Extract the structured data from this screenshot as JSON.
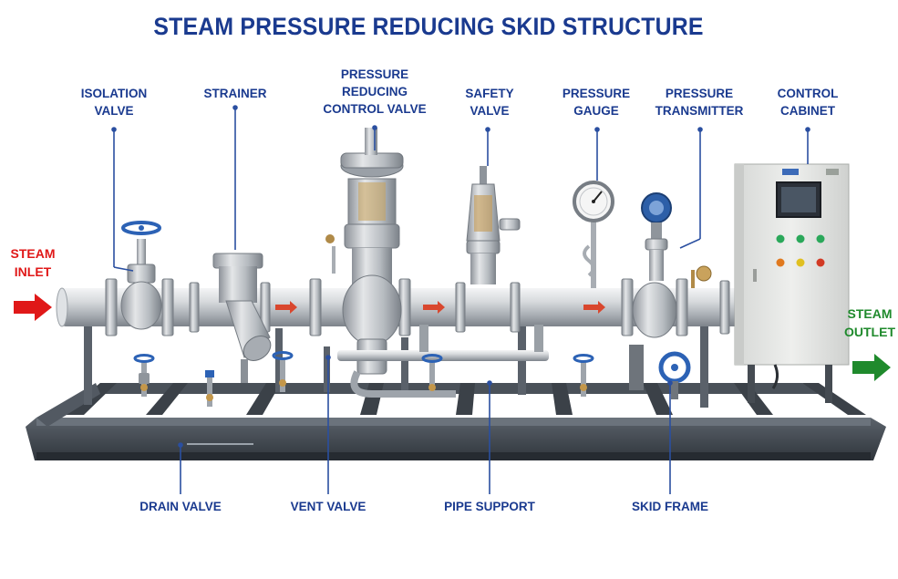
{
  "title": "STEAM PRESSURE REDUCING SKID STRUCTURE",
  "colors": {
    "label_blue": "#1a3a8f",
    "leader_line": "#2a4fa0",
    "inlet_red": "#e01818",
    "outlet_green": "#1f8a2c",
    "pipe_steel": "#c3c7cc",
    "frame_dark": "#3f4650",
    "handwheel_blue": "#2c62b5",
    "cabinet": "#e6e7e5"
  },
  "top_labels": {
    "isolation_valve": "ISOLATION\nVALVE",
    "strainer": "STRAINER",
    "pressure_reducing_control_valve": "PRESSURE\nREDUCING\nCONTROL VALVE",
    "safety_valve": "SAFETY\nVALVE",
    "pressure_gauge": "PRESSURE\nGAUGE",
    "pressure_transmitter": "PRESSURE\nTRANSMITTER",
    "control_cabinet": "CONTROL\nCABINET"
  },
  "bottom_labels": {
    "drain_valve": "DRAIN VALVE",
    "vent_valve": "VENT VALVE",
    "pipe_support": "PIPE SUPPORT",
    "skid_frame": "SKID FRAME"
  },
  "inlet_label": "STEAM\nINLET",
  "outlet_label": "STEAM\nOUTLET",
  "icons": [
    "inlet-arrow-icon",
    "outlet-arrow-icon",
    "flow-arrow-icon",
    "handwheel-icon",
    "gauge-dial-icon",
    "indicator-light-icon"
  ]
}
